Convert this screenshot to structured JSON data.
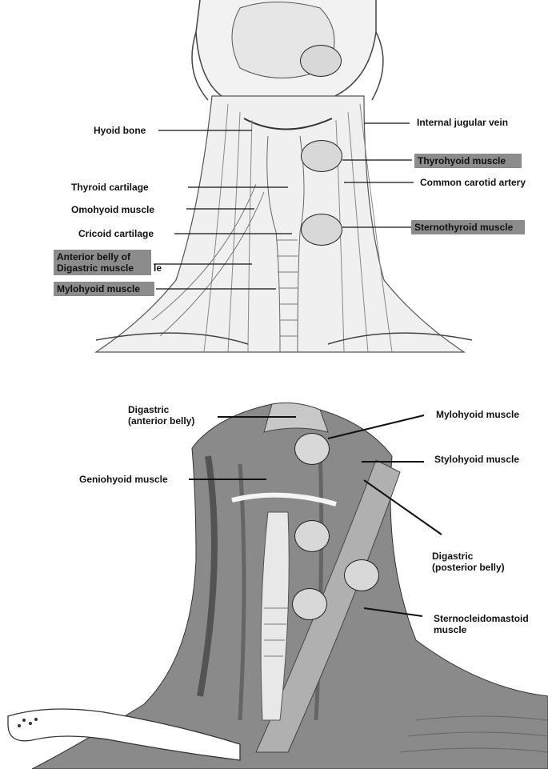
{
  "top_diagram": {
    "labels": {
      "hyoid_bone": "Hyoid bone",
      "internal_jugular_vein": "Internal jugular vein",
      "thyrohyoid_muscle": "Thyrohyoid muscle",
      "thyroid_cartilage": "Thyroid cartilage",
      "common_carotid_artery": "Common carotid artery",
      "omohyoid_muscle": "Omohyoid muscle",
      "cricoid_cartilage": "Cricoid cartilage",
      "sternothyroid_muscle": "Sternothyroid muscle",
      "anterior_belly_digastric_line1": "Anterior belly of",
      "anterior_belly_digastric_line2": "Digastric muscle",
      "hidden_label_fragment": "le",
      "mylohyoid_muscle": "Mylohyoid muscle"
    }
  },
  "bottom_diagram": {
    "labels": {
      "digastric_anterior_line1": "Digastric",
      "digastric_anterior_line2": "(anterior belly)",
      "mylohyoid_muscle": "Mylohyoid muscle",
      "stylohyoid_muscle": "Stylohyoid muscle",
      "geniohyoid_muscle": "Geniohyoid muscle",
      "digastric_posterior_line1": "Digastric",
      "digastric_posterior_line2": "(posterior belly)",
      "sternocleidomastoid_line1": "Sternocleidomastoid",
      "sternocleidomastoid_line2": "muscle"
    }
  },
  "colors": {
    "highlight_box": "#8c8c8c",
    "marker_fill": "#d8d8d8",
    "leader_line": "#111111"
  }
}
